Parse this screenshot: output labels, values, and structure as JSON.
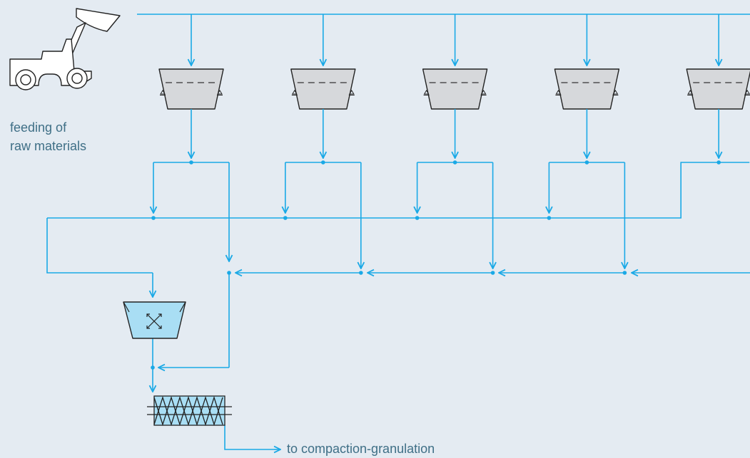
{
  "labels": {
    "feeding_line1": "feeding of",
    "feeding_line2": "raw materials",
    "output": "to compaction-granulation"
  },
  "icons": {
    "loader": "front-loader-icon",
    "hopper": "dosing-hopper-icon",
    "mixer": "mixer-icon",
    "conveyor": "screw-conveyor-icon"
  },
  "hopper_count": 5,
  "colors": {
    "background": "#e4ebf2",
    "flow_line": "#1aa9e6",
    "hopper_fill": "#d6d8db",
    "equipment_fill": "#a9def4",
    "outline": "#1f1f1f",
    "label_text": "#3f6f86"
  }
}
